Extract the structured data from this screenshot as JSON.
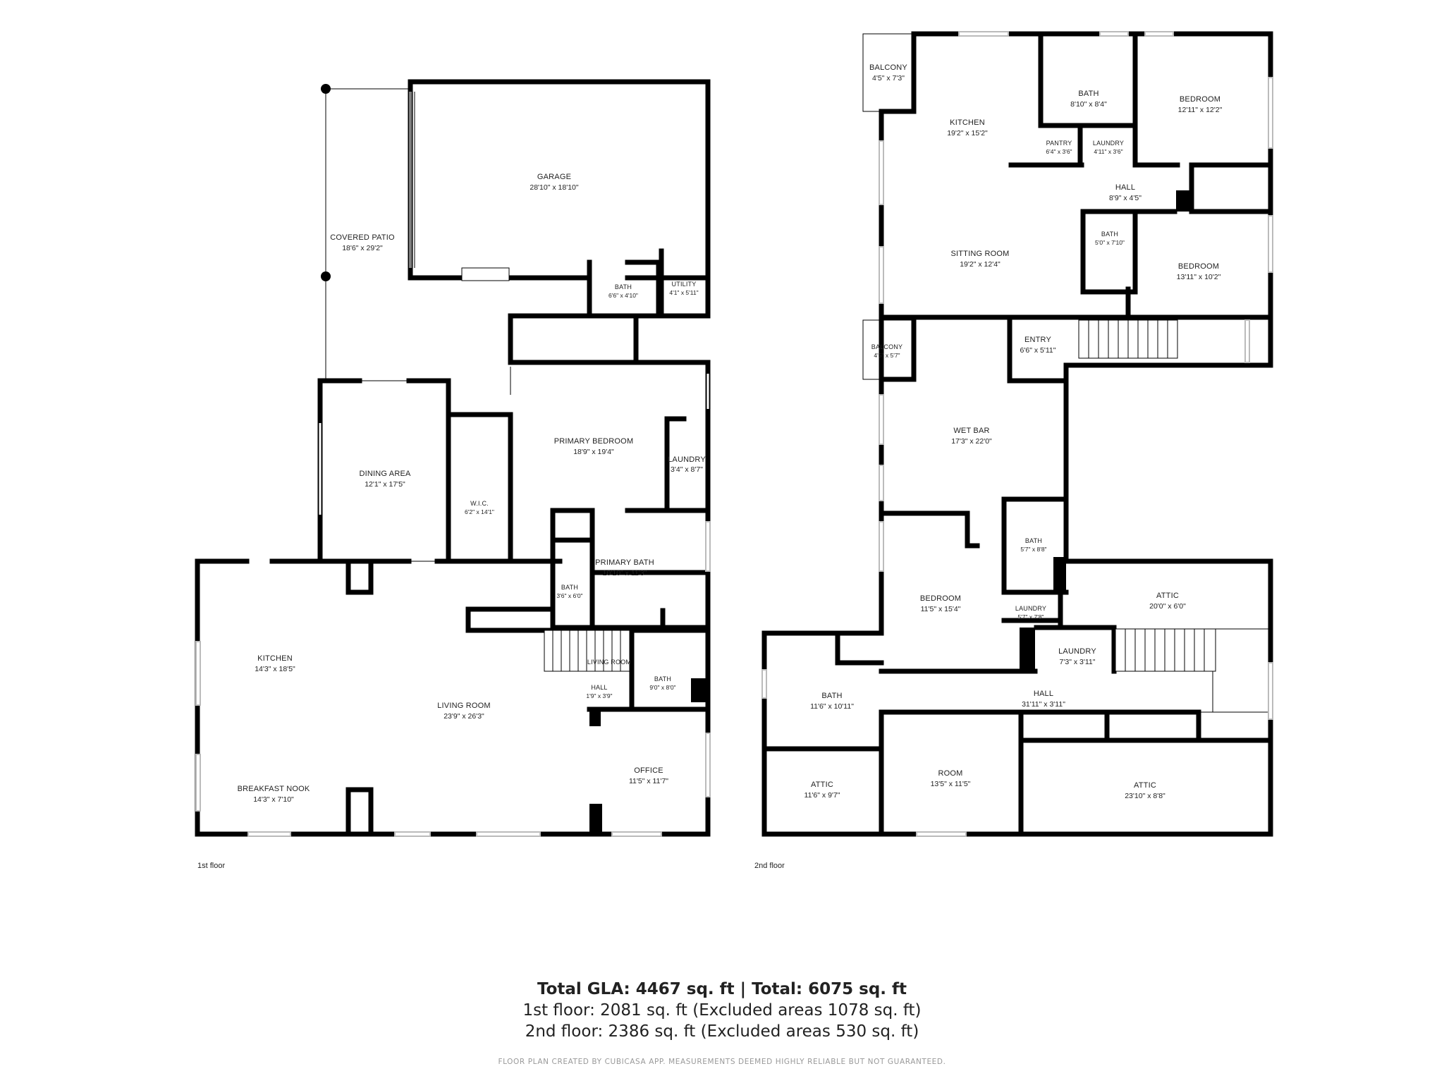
{
  "floors": [
    {
      "label": "1st floor",
      "rooms": [
        {
          "name": "GARAGE",
          "dim": "28'10\" x 18'10\""
        },
        {
          "name": "COVERED PATIO",
          "dim": "18'6\" x 29'2\""
        },
        {
          "name": "BATH",
          "dim": "6'6\" x 4'10\""
        },
        {
          "name": "UTILITY",
          "dim": "4'1\" x 5'11\""
        },
        {
          "name": "DINING AREA",
          "dim": "12'1\" x 17'5\""
        },
        {
          "name": "W.I.C.",
          "dim": "6'2\" x 14'1\""
        },
        {
          "name": "PRIMARY BEDROOM",
          "dim": "18'9\" x 19'4\""
        },
        {
          "name": "LAUNDRY",
          "dim": "3'4\" x 8'7\""
        },
        {
          "name": "PRIMARY BATH",
          "dim": "10'10\" x 11'3\""
        },
        {
          "name": "BATH",
          "dim": "3'6\" x 6'0\""
        },
        {
          "name": "KITCHEN",
          "dim": "14'3\" x 18'5\""
        },
        {
          "name": "LIVING ROOM",
          "dim": "23'9\" x 26'3\""
        },
        {
          "name": "LIVING ROOM",
          "dim": ""
        },
        {
          "name": "HALL",
          "dim": "1'9\" x 3'9\""
        },
        {
          "name": "BATH",
          "dim": "9'0\" x 8'0\""
        },
        {
          "name": "OFFICE",
          "dim": "11'5\" x 11'7\""
        },
        {
          "name": "BREAKFAST NOOK",
          "dim": "14'3\" x 7'10\""
        }
      ]
    },
    {
      "label": "2nd floor",
      "rooms": [
        {
          "name": "BALCONY",
          "dim": "4'5\" x 7'3\""
        },
        {
          "name": "KITCHEN",
          "dim": "19'2\" x 15'2\""
        },
        {
          "name": "BATH",
          "dim": "8'10\" x 8'4\""
        },
        {
          "name": "BEDROOM",
          "dim": "12'11\" x 12'2\""
        },
        {
          "name": "PANTRY",
          "dim": "6'4\" x 3'6\""
        },
        {
          "name": "LAUNDRY",
          "dim": "4'11\" x 3'6\""
        },
        {
          "name": "HALL",
          "dim": "8'9\" x 4'5\""
        },
        {
          "name": "BATH",
          "dim": "5'0\" x 7'10\""
        },
        {
          "name": "SITTING ROOM",
          "dim": "19'2\" x 12'4\""
        },
        {
          "name": "BEDROOM",
          "dim": "13'11\" x 10'2\""
        },
        {
          "name": "BALCONY",
          "dim": "4'5\" x 5'7\""
        },
        {
          "name": "ENTRY",
          "dim": "6'6\" x 5'11\""
        },
        {
          "name": "WET BAR",
          "dim": "17'3\" x 22'0\""
        },
        {
          "name": "BATH",
          "dim": "5'7\" x 8'8\""
        },
        {
          "name": "BEDROOM",
          "dim": "11'5\" x 15'4\""
        },
        {
          "name": "LAUNDRY",
          "dim": "5'7\" x 7'8\""
        },
        {
          "name": "ATTIC",
          "dim": "20'0\" x 6'0\""
        },
        {
          "name": "LAUNDRY",
          "dim": "7'3\" x 3'11\""
        },
        {
          "name": "BATH",
          "dim": "11'6\" x 10'11\""
        },
        {
          "name": "HALL",
          "dim": "31'11\" x 3'11\""
        },
        {
          "name": "ATTIC",
          "dim": "11'6\" x 9'7\""
        },
        {
          "name": "ROOM",
          "dim": "13'5\" x 11'5\""
        },
        {
          "name": "ATTIC",
          "dim": "23'10\" x 8'8\""
        }
      ]
    }
  ],
  "summary": {
    "total": "Total GLA: 4467 sq. ft | Total: 6075 sq. ft",
    "first": "1st floor: 2081 sq. ft (Excluded areas 1078 sq. ft)",
    "second": "2nd floor: 2386 sq. ft (Excluded areas 530 sq. ft)"
  },
  "disclaimer": "FLOOR PLAN CREATED BY CUBICASA APP. MEASUREMENTS DEEMED HIGHLY RELIABLE BUT NOT GUARANTEED.",
  "colors": {
    "wall": "#000000",
    "text": "#222222",
    "disclaimer": "#999999"
  }
}
